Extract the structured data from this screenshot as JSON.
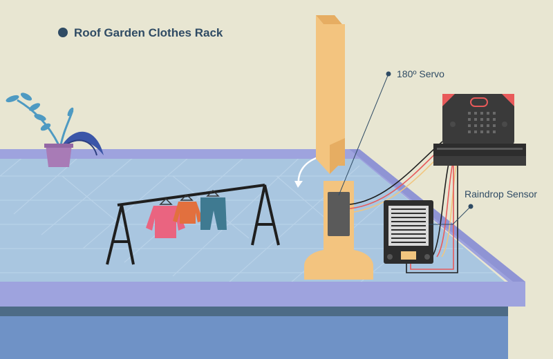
{
  "title": "Roof Garden Clothes Rack",
  "labels": {
    "servo": "180º Servo",
    "raindrop_sensor": "Raindrop Sensor"
  },
  "colors": {
    "background": "#e8e6d2",
    "roof_top": "#a9c6e0",
    "roof_edge": "#9ea3de",
    "wall": "#6f92c6",
    "wall_dark": "#4d6b86",
    "post": "#f3c47f",
    "post_dark": "#e6ad62",
    "servo": "#5a5a5a",
    "microbit": "#3a3a3a",
    "microbit_accent": "#e85a5a",
    "sensor": "#2d2d2d",
    "text": "#2f4b64",
    "plant_pot": "#a87bb6",
    "plant_leaf": "#4e9ac2"
  },
  "icons": [
    "plant-icon",
    "clothes-rack-icon",
    "shirt-icon",
    "pants-icon",
    "microbit-icon",
    "raindrop-sensor-icon",
    "servo-icon",
    "rotate-arrow-icon"
  ]
}
